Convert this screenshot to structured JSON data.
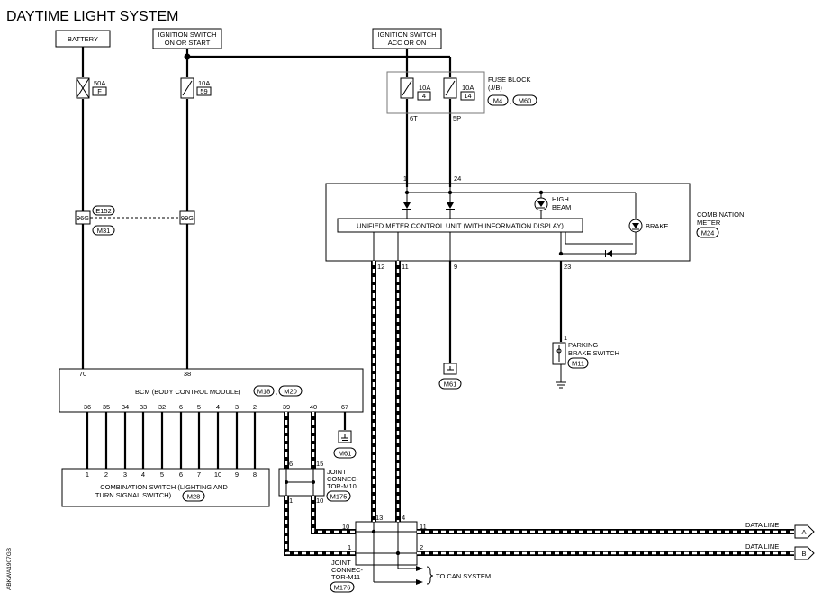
{
  "title": "DAYTIME LIGHT SYSTEM",
  "side_code": "ABKWA1907GB",
  "power": {
    "battery": "BATTERY",
    "ign_on_start": [
      "IGNITION SWITCH",
      "ON OR START"
    ],
    "ign_acc_on": [
      "IGNITION SWITCH",
      "ACC OR ON"
    ]
  },
  "fuses": {
    "f50": {
      "amp": "50A",
      "id": "F"
    },
    "f10_59": {
      "amp": "10A",
      "id": "59"
    },
    "f10_4": {
      "amp": "10A",
      "id": "4"
    },
    "f10_14": {
      "amp": "10A",
      "id": "14"
    }
  },
  "fuse_block": {
    "label": "FUSE BLOCK",
    "sub": "(J/B)",
    "conn1": "M4",
    "sep": ",",
    "conn2": "M60",
    "pin_a": "6T",
    "pin_b": "5P"
  },
  "harness": {
    "e152": "E152",
    "m31": "M31",
    "p96g": "96G",
    "p99g": "99G"
  },
  "meter": {
    "label": [
      "COMBINATION",
      "METER"
    ],
    "conn": "M24",
    "unit": "UNIFIED METER CONTROL UNIT (WITH INFORMATION DISPLAY)",
    "high_beam": [
      "HIGH",
      "BEAM"
    ],
    "brake": "BRAKE",
    "pins": {
      "p1": "1",
      "p24": "24",
      "p12": "12",
      "p11": "11",
      "p9": "9",
      "p23": "23"
    }
  },
  "parking": {
    "label": [
      "PARKING",
      "BRAKE SWITCH"
    ],
    "conn": "M11",
    "pin": "1"
  },
  "ground_m61": "M61",
  "bcm": {
    "label": "BCM (BODY CONTROL MODULE)",
    "conn1": "M18",
    "sep": ",",
    "conn2": "M20",
    "top_pins": [
      "70",
      "38"
    ],
    "bottom_pins": [
      "36",
      "35",
      "34",
      "33",
      "32",
      "6",
      "5",
      "4",
      "3",
      "2"
    ],
    "right_pins": [
      "39",
      "40",
      "67"
    ]
  },
  "combo_switch": {
    "label": [
      "COMBINATION SWITCH (LIGHTING AND",
      "TURN SIGNAL SWITCH)"
    ],
    "conn": "M28",
    "pins": [
      "1",
      "2",
      "3",
      "4",
      "5",
      "6",
      "7",
      "10",
      "9",
      "8"
    ]
  },
  "joint_m10": {
    "label": [
      "JOINT",
      "CONNEC-",
      "TOR-M10"
    ],
    "conn": "M175",
    "pins": [
      "6",
      "15",
      "1",
      "10"
    ]
  },
  "joint_m11": {
    "label": [
      "JOINT",
      "CONNEC-",
      "TOR-M11"
    ],
    "conn": "M176",
    "pins": [
      "13",
      "4",
      "10",
      "11",
      "1",
      "2"
    ]
  },
  "data_lines": {
    "a_label": "DATA LINE",
    "a_id": "A",
    "b_label": "DATA LINE",
    "b_id": "B",
    "can": "TO CAN SYSTEM"
  }
}
